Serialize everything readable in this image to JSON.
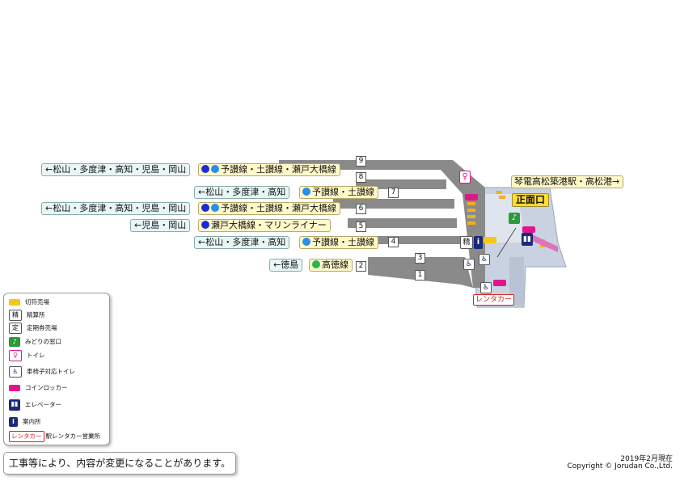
{
  "rows": [
    {
      "dest": "←松山・多度津・高知・児島・岡山",
      "dots": [
        "#1d2bd6",
        "#2a8ee8"
      ],
      "line": "予讃線・土讃線・瀬戸大橋線",
      "platform": "8"
    },
    {
      "dest": "←松山・多度津・高知",
      "dots": [
        "#2a8ee8"
      ],
      "line": "予讃線・土讃線",
      "platform": "7"
    },
    {
      "dest": "←松山・多度津・高知・児島・岡山",
      "dots": [
        "#1d2bd6",
        "#2a8ee8"
      ],
      "line": "予讃線・土讃線・瀬戸大橋線",
      "platform": "6"
    },
    {
      "dest": "←児島・岡山",
      "dots": [
        "#1d2bd6"
      ],
      "line": "瀬戸大橋線・マリンライナー",
      "platform": "5"
    },
    {
      "dest": "←松山・多度津・高知",
      "dots": [
        "#2a8ee8"
      ],
      "line": "予讃線・土讃線",
      "platform": "4"
    },
    {
      "dest": "←徳島",
      "dots": [
        "#2bb54a"
      ],
      "line": "高徳線",
      "platform": "2"
    }
  ],
  "extra_platforms": [
    "9",
    "3",
    "1"
  ],
  "right_dest": "琴電高松築港駅・高松港→",
  "exit_label": "正面口",
  "rentacar_label": "レンタカー",
  "seisan_label": "精",
  "legend": [
    {
      "icon": "ticket-machine-icon",
      "label": "切符売場"
    },
    {
      "icon": "fare-adjustment-icon",
      "label": "精算所",
      "glyph": "精"
    },
    {
      "icon": "commuter-pass-icon",
      "label": "定期券売場",
      "glyph": "定"
    },
    {
      "icon": "midori-window-icon",
      "label": "みどりの窓口"
    },
    {
      "icon": "toilet-icon",
      "label": "トイレ"
    },
    {
      "icon": "wheelchair-toilet-icon",
      "label": "車椅子対応トイレ"
    },
    {
      "icon": "coin-locker-icon",
      "label": "コインロッカー"
    },
    {
      "icon": "elevator-icon",
      "label": "エレベーター"
    },
    {
      "icon": "information-icon",
      "label": "案内所",
      "glyph": "i"
    },
    {
      "icon": "rentacar-icon",
      "label": "駅レンタカー営業所",
      "glyph": "レンタカー"
    }
  ],
  "notice": "工事等により、内容が変更になることがあります。",
  "date": "2019年2月現在",
  "copyright": "Copyright © Jorudan Co.,Ltd.",
  "colors": {
    "platform": "#8a8a8a",
    "concourse": "#c8d0de",
    "ticket": "#f5c518",
    "toilet": "#e0168c",
    "midori": "#2a9a3a",
    "elevator": "#1a2a7a",
    "rentacar": "#e01a1a"
  }
}
